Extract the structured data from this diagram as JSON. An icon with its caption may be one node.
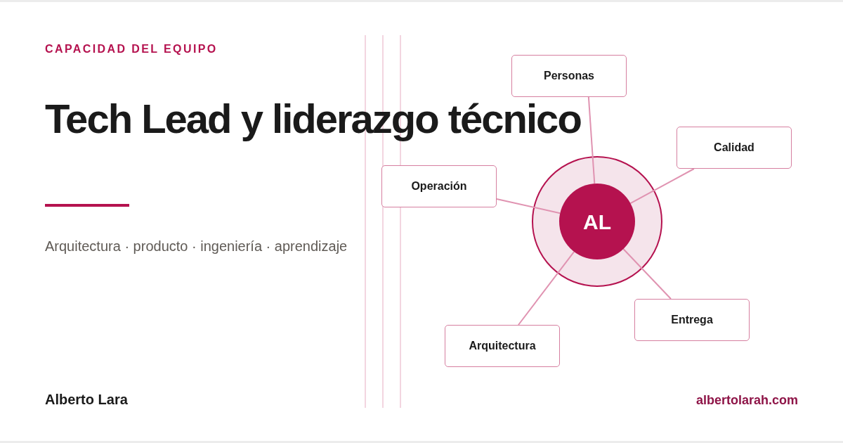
{
  "diagram": {
    "title": "Tech Lead y liderazgo técnico",
    "nodes": [
      {
        "text": [
          "Personas"
        ]
      },
      {
        "text": [
          "Calidad"
        ]
      },
      {
        "text": [
          "Operación"
        ]
      },
      {
        "text": [],
        "shape": "circle"
      },
      {
        "text": [
          "AL"
        ],
        "in": 3
      },
      {
        "text": [
          "Entrega"
        ]
      },
      {
        "text": [
          "Arquitectura"
        ]
      }
    ],
    "edges": [
      {
        "from": 4,
        "to": 0,
        "arrow": "none"
      },
      {
        "from": 4,
        "to": 1,
        "arrow": "none"
      },
      {
        "from": 4,
        "to": 2,
        "arrow": "none"
      },
      {
        "from": 4,
        "to": 5,
        "arrow": "none"
      },
      {
        "from": 4,
        "to": 6,
        "arrow": "none"
      }
    ],
    "labels": [
      "CAPACIDAD DEL EQUIPO",
      "Arquitectura · producto · ingeniería · aprendizaje",
      "Alberto Lara",
      "albertolarah.com"
    ]
  }
}
